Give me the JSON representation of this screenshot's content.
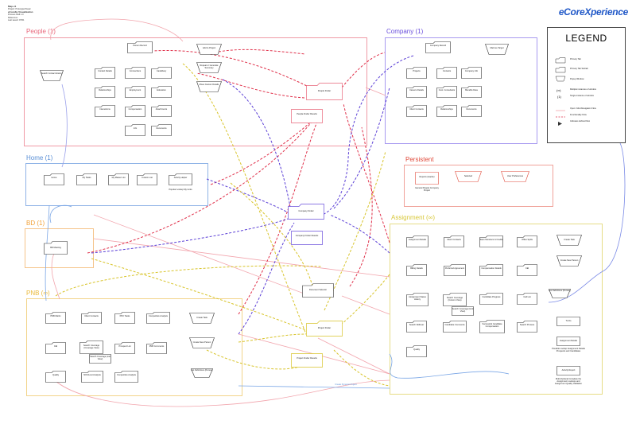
{
  "header": {
    "lines": [
      "Map-v1",
      "Project: Prototype/Visual",
      "eCoreXp Visualization",
      "Process draft 1.0",
      "Reference:",
      "Last saved: 07/01"
    ],
    "brand": "eCoreXperience"
  },
  "sections": {
    "people": "People (1)",
    "company": "Company (1)",
    "home": "Home (1)",
    "persistent": "Persistent",
    "bd": "BD (1)",
    "assignment": "Assignment (∞)",
    "pnb": "PNB (∞)"
  },
  "people": {
    "person_record": "Person Record",
    "tabs": [
      "Contact Details",
      "Connections",
      "Candidacy",
      "Relationships",
      "Employment",
      "Education",
      "Interactions",
      "Compensation",
      "Attachments",
      "Info",
      "Documents"
    ],
    "popups": [
      "Add to Project",
      "Repeat or Generate Summary",
      "Move Custom Details"
    ],
    "finder": "People Finder",
    "finder_results": "People Finder Results",
    "search_record": "Search Contact History"
  },
  "company": {
    "record": "Company Record",
    "tabs": [
      "Projects",
      "Contacts",
      "Company Info",
      "Careers Details",
      "Cust. Consultants",
      "Benefits Data",
      "Client Contacts",
      "Relationships",
      "Documents"
    ],
    "popup": "Mark as Target",
    "finder": "Company Finder",
    "finder_results": "Company Finder Results"
  },
  "home": {
    "tabs": [
      "Home",
      "My Tasks",
      "My Master List",
      "Custom List",
      "Activity Helper"
    ],
    "note": "Popular Lookup My Links"
  },
  "persistent": {
    "items": [
      "Reports (stacks)",
      "Selected",
      "User Preferences"
    ],
    "note": "General People Company Project"
  },
  "bd": {
    "item": "BD Meeting"
  },
  "pnb": {
    "tabs": [
      "PNB Matrix",
      "Client Contacts",
      "PNV Tasks",
      "Competitive Analysis",
      "CEI",
      "Search Coverage (Coverage View)",
      "Prospect List",
      "PNB Comments",
      "Quality",
      "NOU/Lost Analysis",
      "Competitive Analysis"
    ],
    "sub": "Search Coverage (List View)",
    "popups": [
      "Create Task",
      "Create New Person"
    ],
    "list_item": "List Definitions (Person)"
  },
  "assignment": {
    "tabs": [
      "Assignment Details",
      "Client Contacts",
      "Team Members & Credits",
      "Office Splits",
      "Billing Details",
      "Preferred Agreement",
      "Compensation Details",
      "CEI",
      "Assignment Status History",
      "Search Coverage (Column View)",
      "Candidate Progress",
      "Call List",
      "Search Rollover",
      "Candidate Comments",
      "Successful Candidate Compensation",
      "Search Process",
      "Quality"
    ],
    "sub": "Search Coverage (Grid View)",
    "popups": [
      "Create Task",
      "Create New Person"
    ],
    "list_item": "List Definitions (Person)",
    "side": [
      "To Do",
      "Assignment Details"
    ],
    "side_notes": [
      "Possible Lookup Assignment Details Prospects and Candidates",
      "Activity Report",
      "Multi-Optional Complete the Assignment Lookups and Assignment Quality Validation"
    ]
  },
  "center": {
    "document_selector": "Document Selector",
    "project_finder": "Project Finder",
    "project_finder_results": "Project Finder Results",
    "create_link": "Create Dynamic Project"
  },
  "legend": {
    "title": "LEGEND",
    "items": [
      "Primary Tab",
      "Primary Tab Subtab",
      "Popup Window",
      "Multiple instances of window",
      "Single instance of window",
      "Open / MemNavigation Flow",
      "Functionality Flow",
      "Indicates defined flow"
    ]
  },
  "colors": {
    "people": "#e8667a",
    "company": "#7a5ce6",
    "home": "#5a8fd6",
    "persistent": "#e04a3a",
    "bd": "#f2a23a",
    "assignment": "#d8c83a",
    "pnb": "#eaba3a",
    "red_dash": "#e0304a",
    "purple_dash": "#5b3fd6",
    "yellow_dash": "#d8c42a",
    "pink_line": "#f2a5ad"
  }
}
